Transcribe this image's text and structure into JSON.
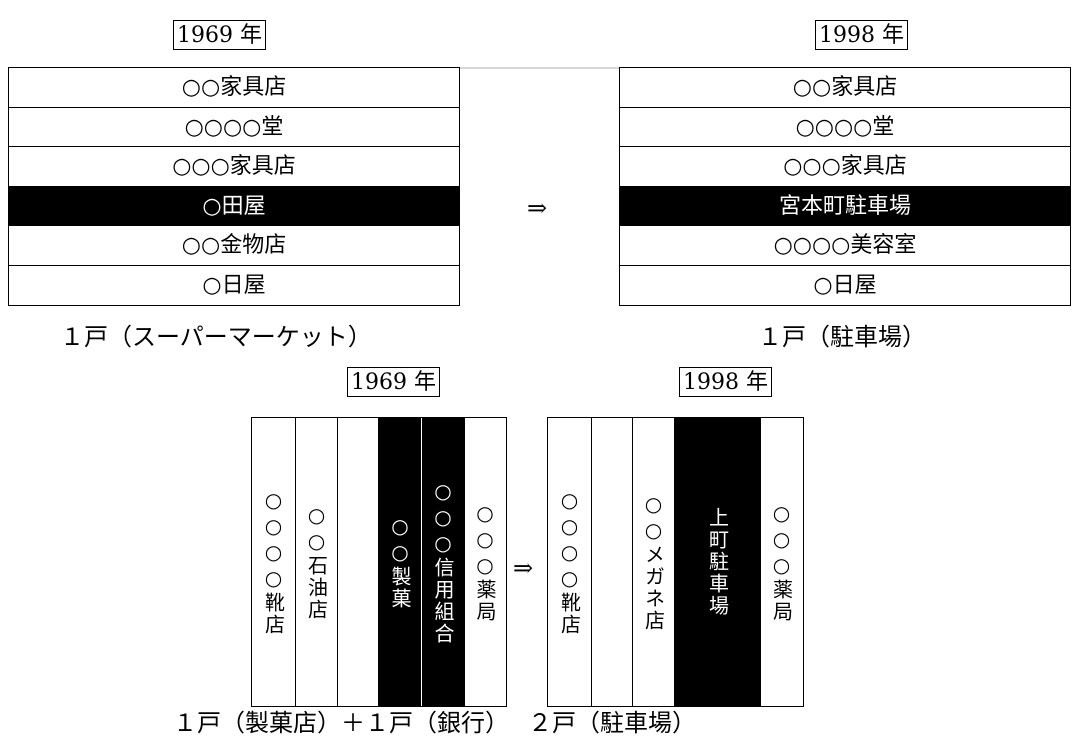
{
  "top_section": {
    "left": {
      "year": "1969 年",
      "rows": [
        {
          "label": "○○家具店",
          "highlight": false
        },
        {
          "label": "○○○○堂",
          "highlight": false
        },
        {
          "label": "○○○家具店",
          "highlight": false
        },
        {
          "label": "○田屋",
          "highlight": true
        },
        {
          "label": "○○金物店",
          "highlight": false
        },
        {
          "label": "○日屋",
          "highlight": false
        }
      ],
      "caption": "１戸（スーパーマーケット）"
    },
    "arrow": "⇒",
    "right": {
      "year": "1998 年",
      "rows": [
        {
          "label": "○○家具店",
          "highlight": false
        },
        {
          "label": "○○○○堂",
          "highlight": false
        },
        {
          "label": "○○○家具店",
          "highlight": false
        },
        {
          "label": "宮本町駐車場",
          "highlight": true
        },
        {
          "label": "○○○○美容室",
          "highlight": false
        },
        {
          "label": "○日屋",
          "highlight": false
        }
      ],
      "caption": "１戸（駐車場）"
    }
  },
  "bottom_section": {
    "left": {
      "year": "1969 年",
      "columns": [
        {
          "label": "○○○○靴店",
          "highlight": false
        },
        {
          "label": "○○石油店",
          "highlight": false
        },
        {
          "label": "",
          "highlight": false
        },
        {
          "label": "○○製菓",
          "highlight": true
        },
        {
          "label": "○○○信用組合",
          "highlight": true
        },
        {
          "label": "○○○薬局",
          "highlight": false
        }
      ],
      "caption": "１戸（製菓店）＋１戸（銀行）"
    },
    "arrow": "⇒",
    "right": {
      "year": "1998 年",
      "columns": [
        {
          "label": "○○○○靴店",
          "highlight": false
        },
        {
          "label": "",
          "highlight": false
        },
        {
          "label": "○○メガネ店",
          "highlight": false
        },
        {
          "label": "上町駐車場",
          "highlight": true
        },
        {
          "label": "○○○薬局",
          "highlight": false
        }
      ],
      "caption": "２戸（駐車場）"
    }
  },
  "colors": {
    "highlight": "#000000",
    "background": "#ffffff",
    "text": "#000000"
  }
}
